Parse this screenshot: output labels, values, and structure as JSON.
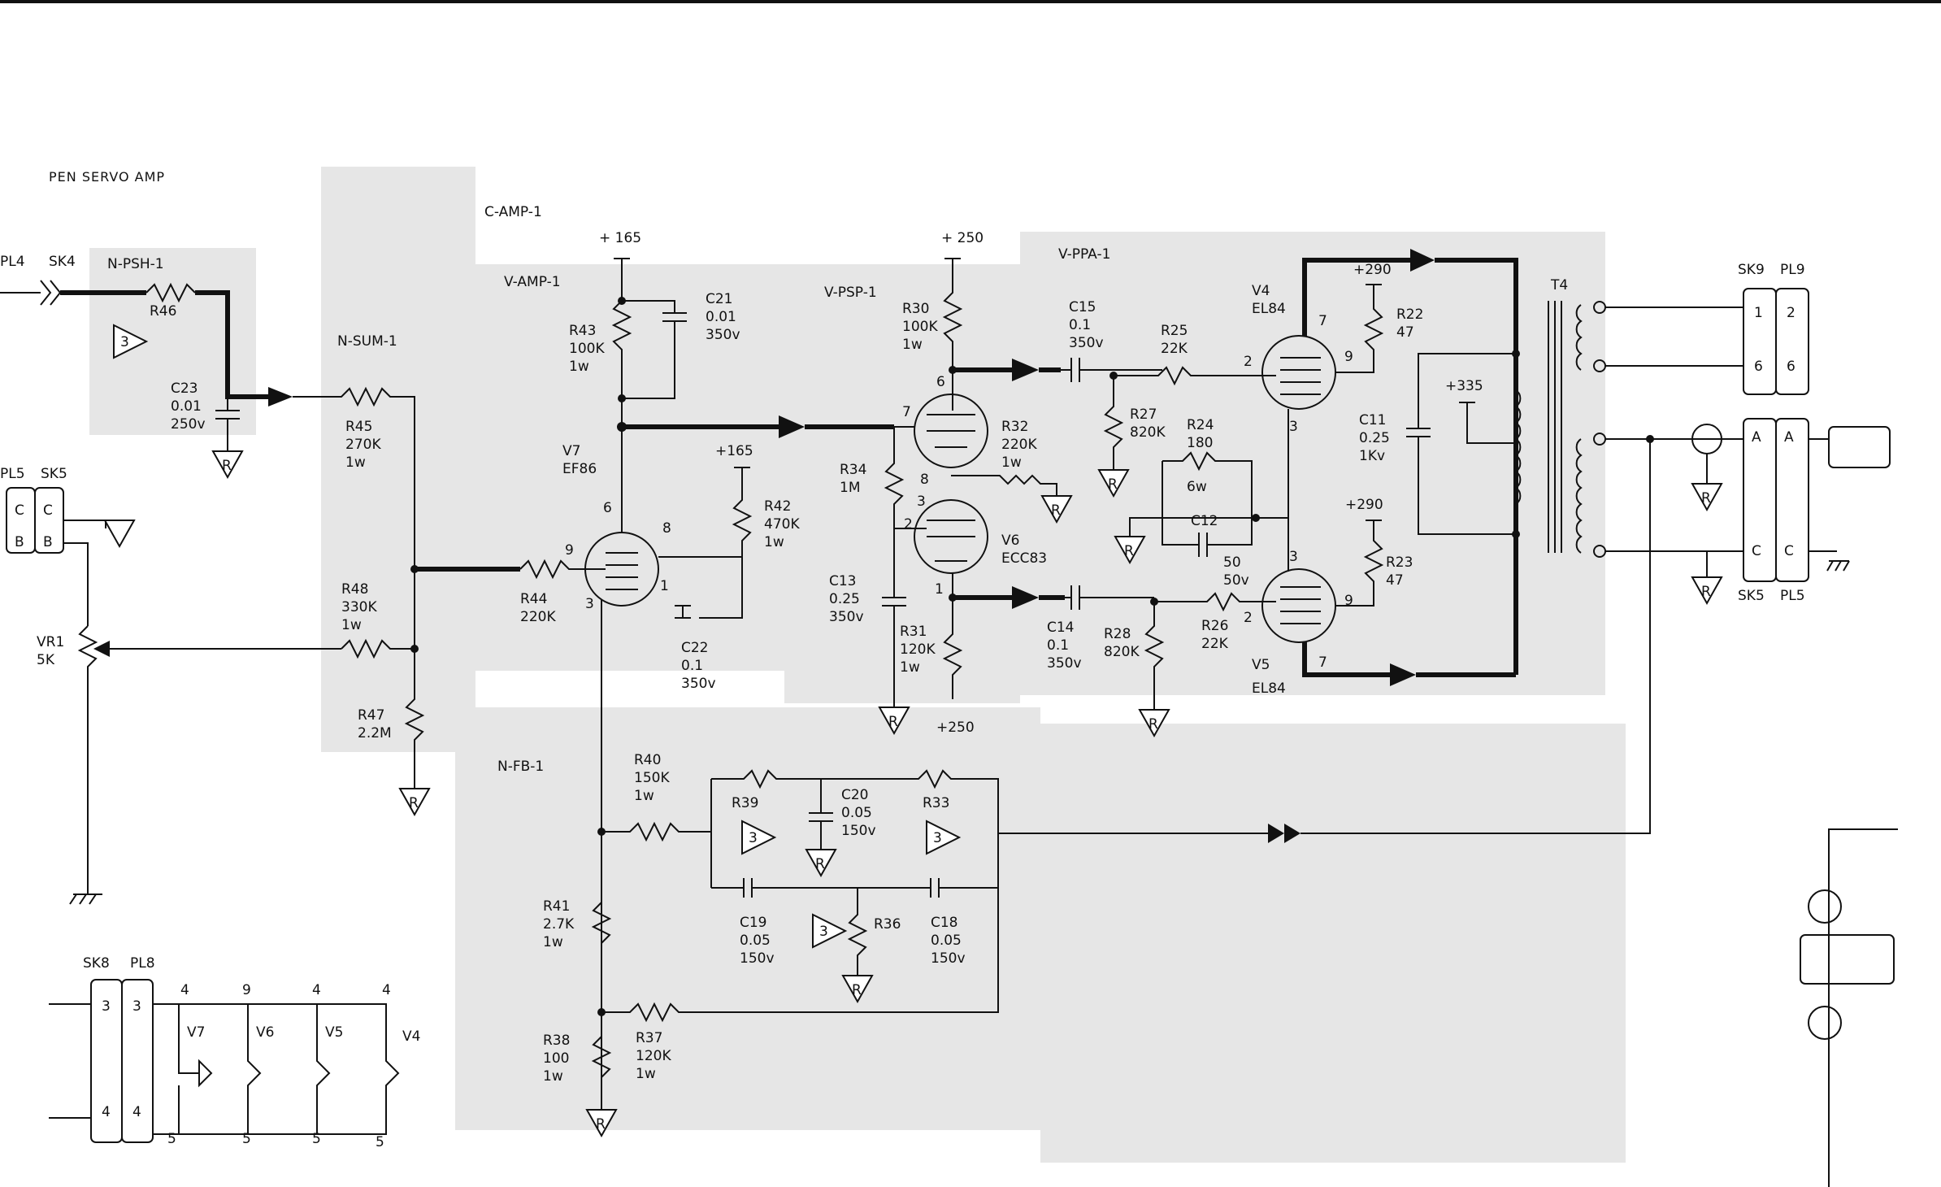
{
  "title": "PEN SERVO AMP",
  "stages": [
    {
      "id": "c-amp",
      "label": "C-AMP-1"
    },
    {
      "id": "v-amp",
      "label": "V-AMP-1"
    },
    {
      "id": "n-psh",
      "label": "N-PSH-1"
    },
    {
      "id": "n-sum",
      "label": "N-SUM-1"
    },
    {
      "id": "v-psp",
      "label": "V-PSP-1"
    },
    {
      "id": "v-ppa",
      "label": "V-PPA-1"
    },
    {
      "id": "n-fb",
      "label": "N-FB-1"
    }
  ],
  "supplies": {
    "v165a": "+ 165",
    "v165b": "+165",
    "v250a": "+ 250",
    "v250b": "+250",
    "v290a": "+290",
    "v290b": "+290",
    "v335": "+335"
  },
  "connectors": {
    "pl4": "PL4",
    "sk4": "SK4",
    "pl5": "PL5",
    "sk5": "SK5",
    "sk8": "SK8",
    "pl8": "PL8",
    "sk9": "SK9",
    "pl9": "PL9",
    "sk5b": "SK5",
    "pl5b": "PL5",
    "pl5_c": "C",
    "pl5_b": "B",
    "pl5_c2": "C",
    "pl5_b2": "B",
    "sk9_1": "1",
    "sk9_2": "2",
    "sk9_6": "6",
    "sk9_6b": "6",
    "a1": "A",
    "a2": "A",
    "c1": "C",
    "c2": "C",
    "t4": "T4"
  },
  "resistors": [
    {
      "id": "R46",
      "name": "R46",
      "value": ""
    },
    {
      "id": "R45",
      "name": "R45",
      "value": "270K",
      "rating": "1w"
    },
    {
      "id": "R48",
      "name": "R48",
      "value": "330K",
      "rating": "1w"
    },
    {
      "id": "R47",
      "name": "R47",
      "value": "2.2M"
    },
    {
      "id": "R43",
      "name": "R43",
      "value": "100K",
      "rating": "1w"
    },
    {
      "id": "R44",
      "name": "R44",
      "value": "220K"
    },
    {
      "id": "R42",
      "name": "R42",
      "value": "470K",
      "rating": "1w"
    },
    {
      "id": "R30",
      "name": "R30",
      "value": "100K",
      "rating": "1w"
    },
    {
      "id": "R34",
      "name": "R34",
      "value": "1M"
    },
    {
      "id": "R31",
      "name": "R31",
      "value": "120K",
      "rating": "1w"
    },
    {
      "id": "R32",
      "name": "R32",
      "value": "220K",
      "rating": "1w"
    },
    {
      "id": "R25",
      "name": "R25",
      "value": "22K"
    },
    {
      "id": "R27",
      "name": "R27",
      "value": "820K"
    },
    {
      "id": "R24",
      "name": "R24",
      "value": "180",
      "rating": "6w"
    },
    {
      "id": "R26",
      "name": "R26",
      "value": "22K"
    },
    {
      "id": "R28",
      "name": "R28",
      "value": "820K"
    },
    {
      "id": "R22",
      "name": "R22",
      "value": "47"
    },
    {
      "id": "R23",
      "name": "R23",
      "value": "47"
    },
    {
      "id": "R40",
      "name": "R40",
      "value": "150K",
      "rating": "1w"
    },
    {
      "id": "R41",
      "name": "R41",
      "value": "2.7K",
      "rating": "1w"
    },
    {
      "id": "R38",
      "name": "R38",
      "value": "100",
      "rating": "1w"
    },
    {
      "id": "R37",
      "name": "R37",
      "value": "120K",
      "rating": "1w"
    },
    {
      "id": "R39",
      "name": "R39",
      "value": ""
    },
    {
      "id": "R33",
      "name": "R33",
      "value": ""
    },
    {
      "id": "R36",
      "name": "R36",
      "value": ""
    },
    {
      "id": "VR1",
      "name": "VR1",
      "value": "5K"
    }
  ],
  "capacitors": [
    {
      "id": "C23",
      "name": "C23",
      "value": "0.01",
      "rating": "250v"
    },
    {
      "id": "C21",
      "name": "C21",
      "value": "0.01",
      "rating": "350v"
    },
    {
      "id": "C22",
      "name": "C22",
      "value": "0.1",
      "rating": "350v"
    },
    {
      "id": "C13",
      "name": "C13",
      "value": "0.25",
      "rating": "350v"
    },
    {
      "id": "C15",
      "name": "C15",
      "value": "0.1",
      "rating": "350v"
    },
    {
      "id": "C14",
      "name": "C14",
      "value": "0.1",
      "rating": "350v"
    },
    {
      "id": "C12",
      "name": "C12",
      "value": "50",
      "rating": "50v"
    },
    {
      "id": "C11",
      "name": "C11",
      "value": "0.25",
      "rating": "1Kv"
    },
    {
      "id": "C20",
      "name": "C20",
      "value": "0.05",
      "rating": "150v"
    },
    {
      "id": "C19",
      "name": "C19",
      "value": "0.05",
      "rating": "150v"
    },
    {
      "id": "C18",
      "name": "C18",
      "value": "0.05",
      "rating": "150v"
    }
  ],
  "valves": [
    {
      "id": "V7",
      "name": "V7",
      "type": "EF86"
    },
    {
      "id": "V6",
      "name": "V6",
      "type": "ECC83"
    },
    {
      "id": "V4",
      "name": "V4",
      "type": "EL84"
    },
    {
      "id": "V5",
      "name": "V5",
      "type": "EL84"
    }
  ],
  "pins": {
    "v7_6": "6",
    "v7_8": "8",
    "v7_9": "9",
    "v7_3": "3",
    "v7_1": "1",
    "v6_7": "7",
    "v6_6": "6",
    "v6_8": "8",
    "v6_3": "3",
    "v6_2": "2",
    "v6_1": "1",
    "v4_7": "7",
    "v4_2": "2",
    "v4_9": "9",
    "v4_3": "3",
    "v5_3": "3",
    "v5_2": "2",
    "v5_9": "9",
    "v5_7": "7"
  },
  "heater": {
    "sk8_3": "3",
    "pl8_3": "3",
    "sk8_4": "4",
    "pl8_4": "4",
    "t4a": "4",
    "t9": "9",
    "t4b": "4",
    "t4c": "4",
    "b5a": "5",
    "b5b": "5",
    "b5c": "5",
    "b5d": "5",
    "v7": "V7",
    "v6": "V6",
    "v5": "V5",
    "v4": "V4"
  },
  "symbols": {
    "ref": "R",
    "three": "3"
  },
  "colors": {
    "ink": "#111111",
    "shade": "#e6e6e6",
    "paper": "#ffffff"
  }
}
